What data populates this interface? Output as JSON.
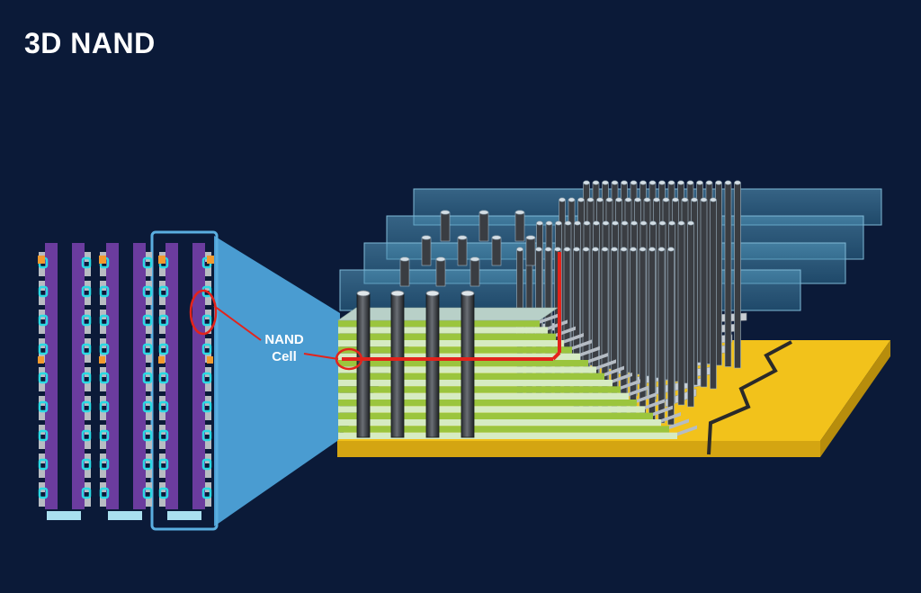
{
  "slide": {
    "title": "3D NAND"
  },
  "diagram": {
    "callout_line1": "NAND",
    "callout_line2": "Cell"
  },
  "colors": {
    "background": "#0b1a38",
    "substrate": "#f2c21b",
    "layer_green": "#9bc53d",
    "layer_light": "#d6ebc2",
    "channel": "#3c3f44",
    "highlight": "#e3231b",
    "zoom": "#4a9cd1",
    "cell_purple": "#6b3c9e",
    "cell_cyan": "#2ad9e3",
    "cell_orange": "#f29a2e"
  }
}
